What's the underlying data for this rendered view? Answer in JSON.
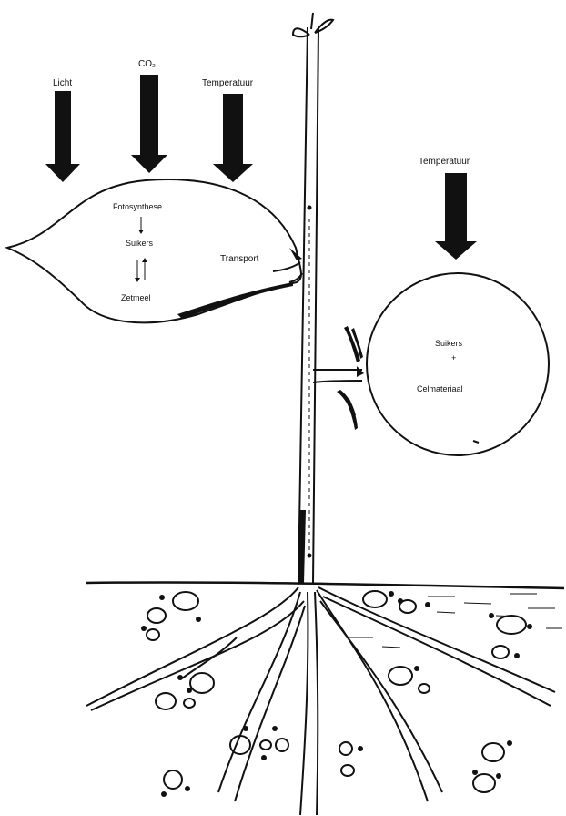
{
  "factors": {
    "light": "Licht",
    "co2": "CO₂",
    "temp_leaf": "Temperatuur",
    "temp_fruit": "Temperatuur"
  },
  "leaf": {
    "photosynthesis": "Fotosynthese",
    "sugars": "Suikers",
    "starch": "Zetmeel"
  },
  "transport_label": "Transport",
  "fruit": {
    "sugars": "Suikers",
    "plus": "+",
    "cell_material": "Celmateriaal"
  }
}
